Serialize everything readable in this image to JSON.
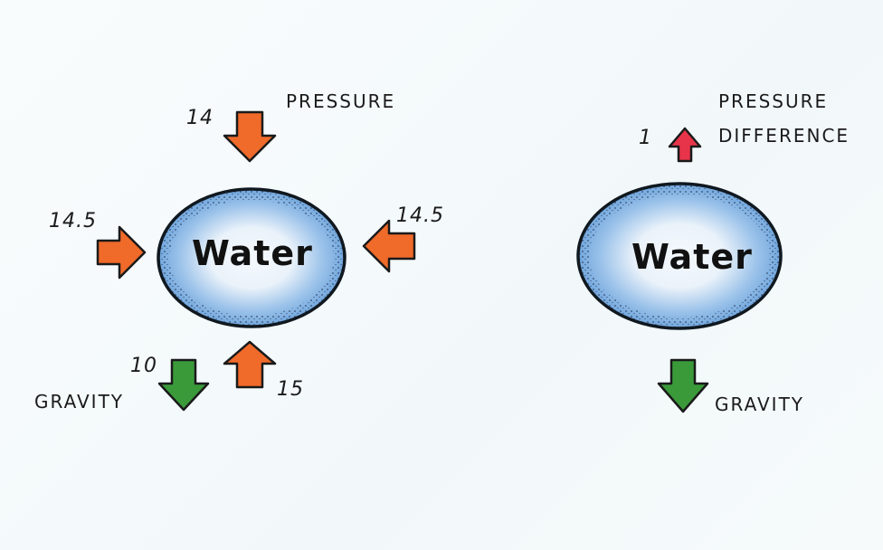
{
  "left_panel": {
    "pressure_label": "PRESSURE",
    "top_value": "14",
    "left_value": "14.5",
    "right_value": "14.5",
    "bottom_value": "15",
    "gravity_value": "10",
    "gravity_label": "GRAVITY",
    "blob_label": "Water"
  },
  "right_panel": {
    "pressure_difference_label_line1": "PRESSURE",
    "pressure_difference_label_line2": "DIFFERENCE",
    "difference_value": "1",
    "gravity_label": "GRAVITY",
    "blob_label": "Water"
  },
  "colors": {
    "pressure_arrow": "#f06a2a",
    "difference_arrow": "#e8344a",
    "gravity_arrow": "#3a9a3a",
    "water_fill": "#7fb3e6",
    "water_center": "#f4f8fc"
  }
}
